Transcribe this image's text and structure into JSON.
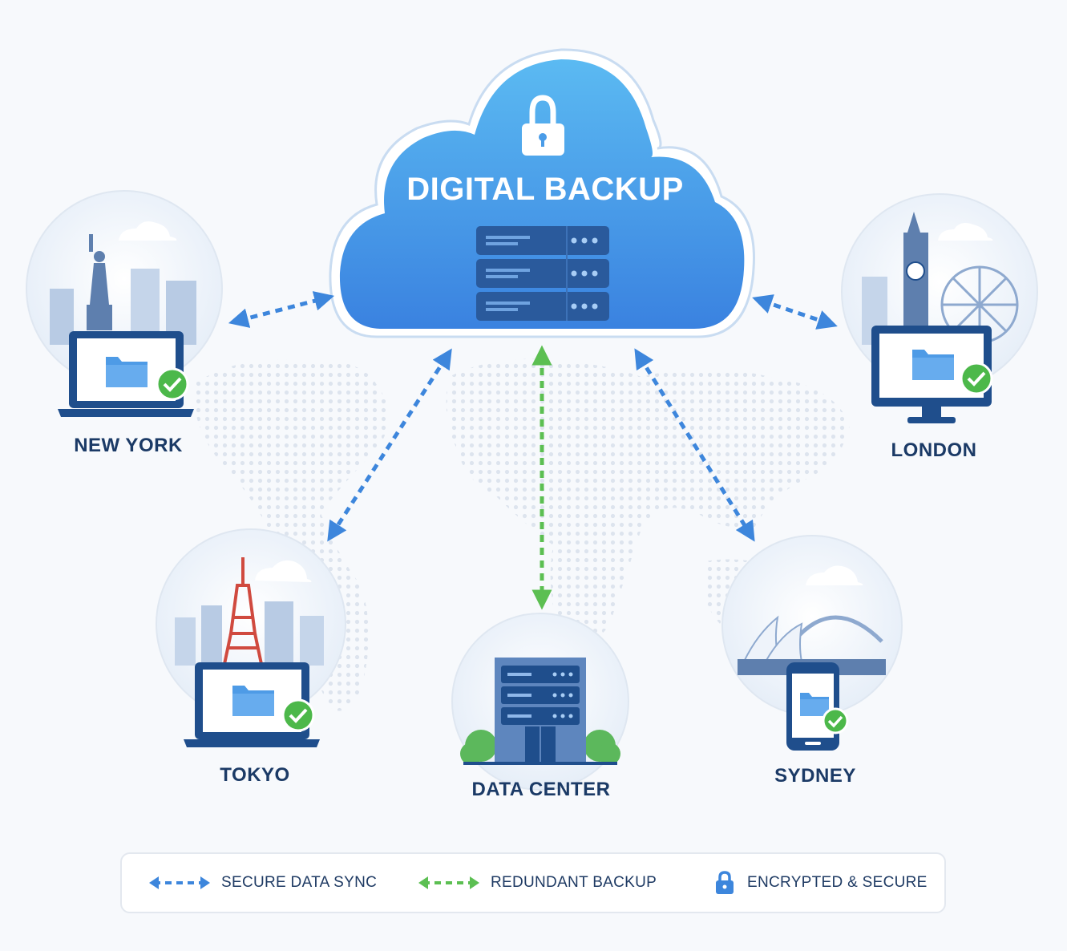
{
  "title": "DIGITAL BACKUP",
  "nodes": {
    "new_york": "NEW YORK",
    "london": "LONDON",
    "tokyo": "TOKYO",
    "data_center": "DATA CENTER",
    "sydney": "SYDNEY"
  },
  "legend": {
    "sync": "SECURE DATA SYNC",
    "redundant": "REDUNDANT BACKUP",
    "encrypted": "ENCRYPTED & SECURE"
  },
  "colors": {
    "sync_arrow": "#3d86dc",
    "redundant_arrow": "#5cbf52",
    "cloud": "#4a9ce8",
    "navy": "#1b3a66",
    "check": "#4cb84a",
    "folder": "#4e9be6"
  },
  "icons": [
    "lock-icon",
    "server-stack-icon",
    "folder-icon",
    "check-icon",
    "laptop-icon",
    "monitor-icon",
    "phone-icon",
    "building-icon"
  ]
}
